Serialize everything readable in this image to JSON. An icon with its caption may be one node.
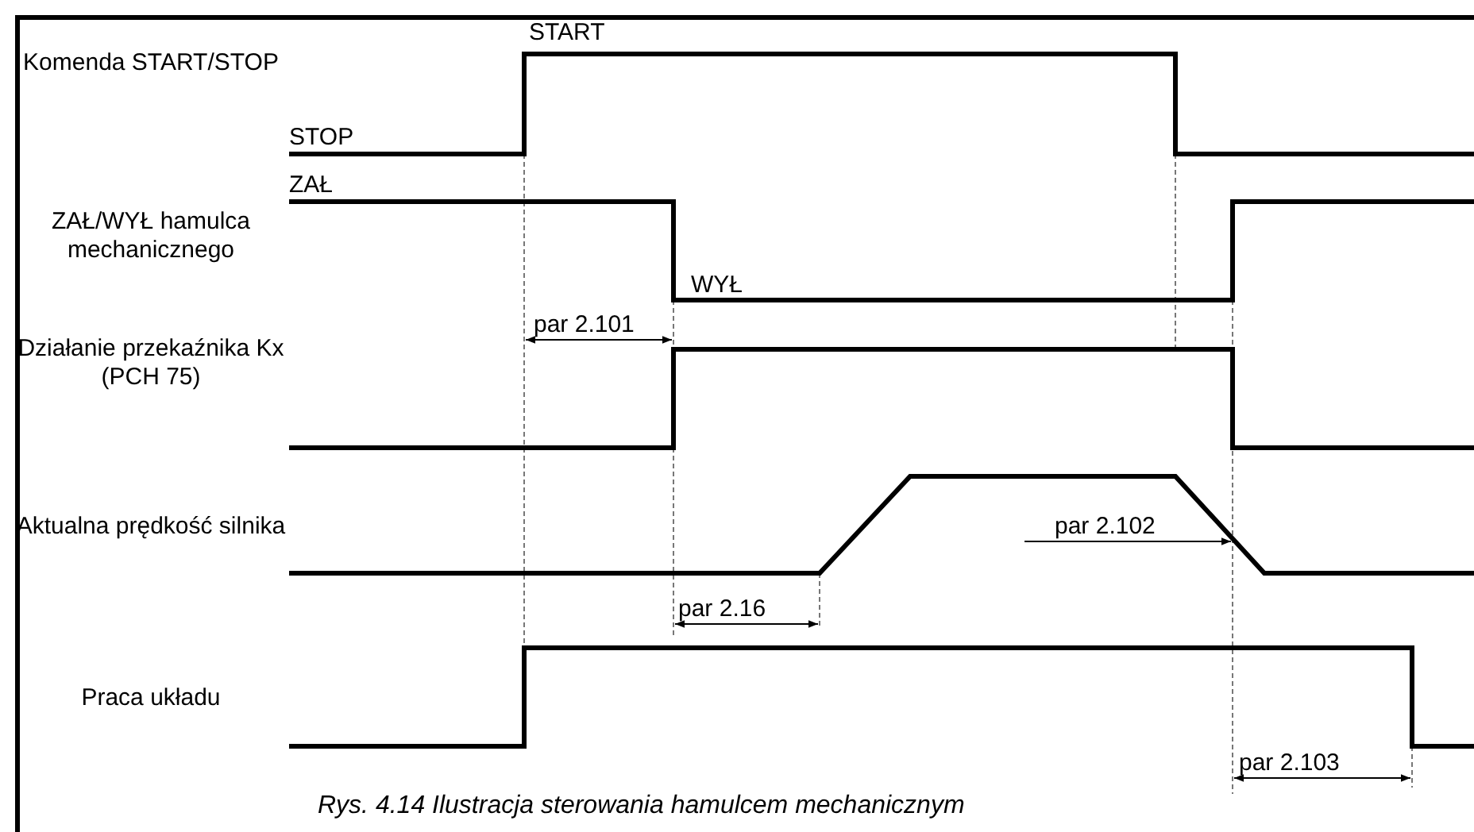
{
  "diagram": {
    "caption": "Rys. 4.14 Ilustracja sterowania hamulcem mechanicznym",
    "labels": [
      "START",
      "Komenda START/STOP",
      "STOP",
      "ZAŁ",
      "ZAŁ/WYŁ hamulca mechanicznego",
      "WYŁ",
      "par 2.101",
      "Działanie przekaźnika Kx (PCH 75)",
      "Aktualna prędkość silnika",
      "par 2.102",
      "par 2.16",
      "Praca układu",
      "par 2.103"
    ]
  }
}
